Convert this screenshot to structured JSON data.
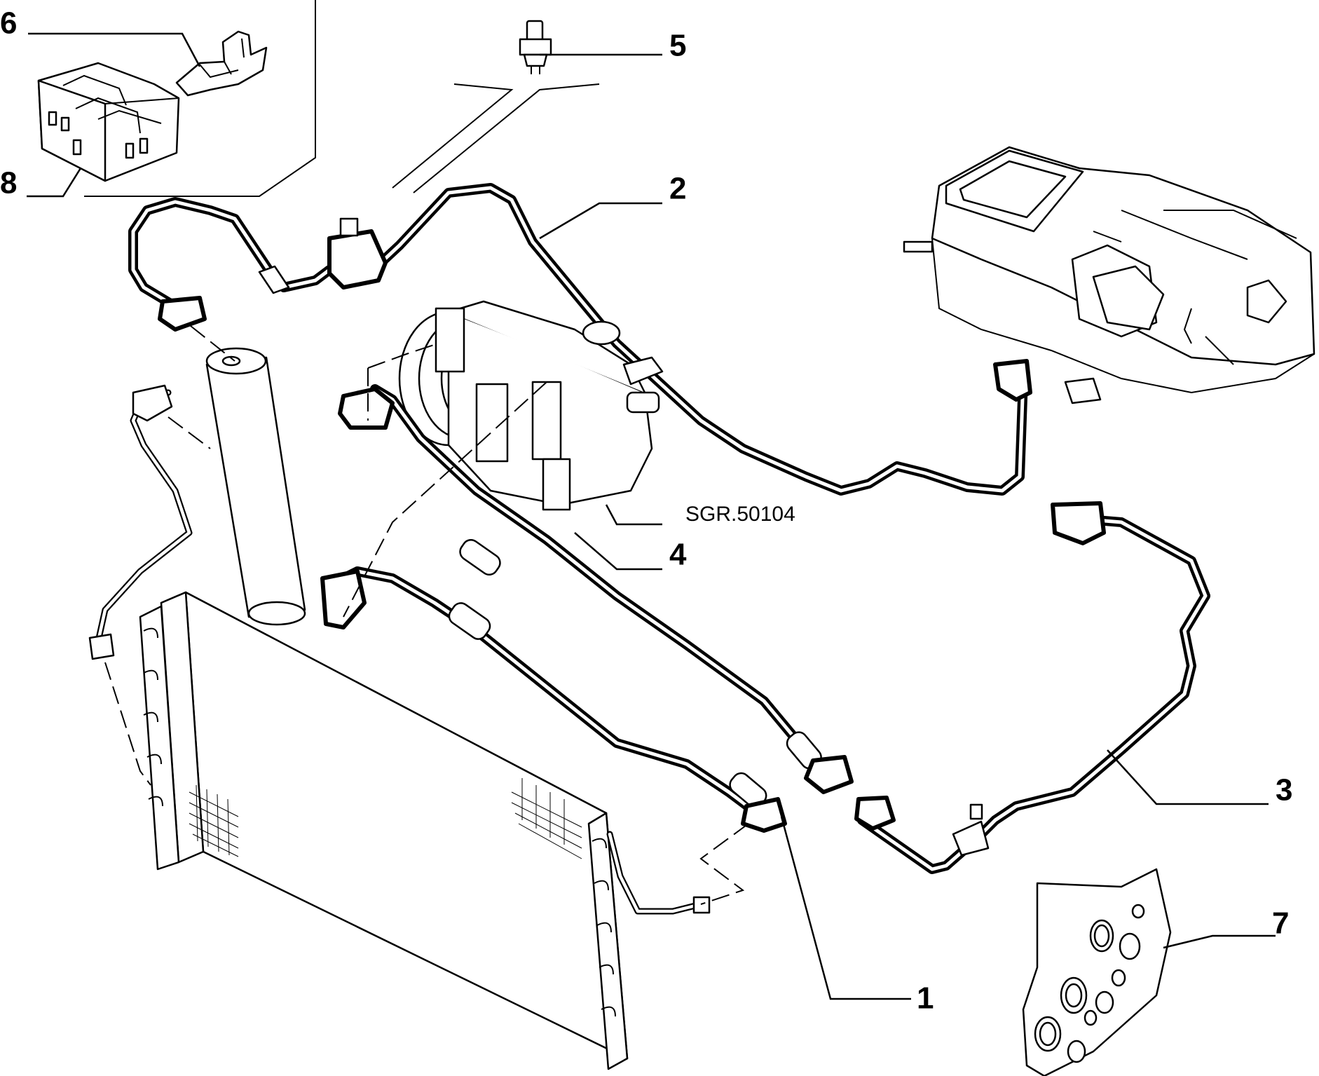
{
  "drawing_ref": "SGR.50104",
  "callouts": [
    {
      "id": "1",
      "label": "1"
    },
    {
      "id": "2",
      "label": "2"
    },
    {
      "id": "3",
      "label": "3"
    },
    {
      "id": "4",
      "label": "4"
    },
    {
      "id": "5",
      "label": "5"
    },
    {
      "id": "6",
      "label": "6"
    },
    {
      "id": "7",
      "label": "7"
    },
    {
      "id": "8",
      "label": "8"
    }
  ]
}
